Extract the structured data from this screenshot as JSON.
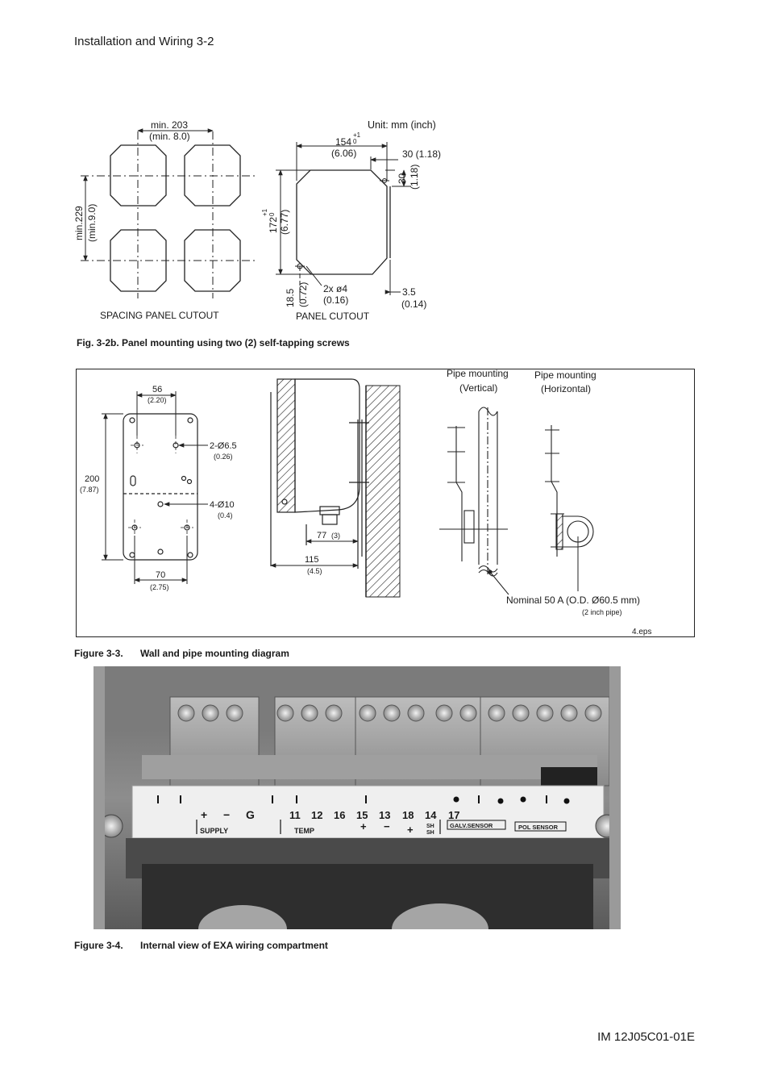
{
  "header": {
    "title": "Installation and Wiring 3-2"
  },
  "fig32b": {
    "unit_label": "Unit: mm (inch)",
    "spacing": {
      "width_main": "min. 203",
      "width_sub": "(min. 8.0)",
      "height_main": "min.229",
      "height_sub": "(min.9.0)",
      "label": "SPACING PANEL CUTOUT"
    },
    "cutout": {
      "width_main": "154",
      "width_tol_up": "+1",
      "width_tol_down": "0",
      "width_sub": "(6.06)",
      "corner_h": "30 (1.18)",
      "corner_v_main": "30",
      "corner_v_sub": "(1.18)",
      "height_main": "172",
      "height_tol_up": "+1",
      "height_tol_down": "0",
      "height_sub": "(6.77)",
      "hole_offset_main": "18.5",
      "hole_offset_sub": "(0.72)",
      "holes_main": "2x ø4",
      "holes_sub": "(0.16)",
      "thickness_main": "3.5",
      "thickness_sub": "(0.14)",
      "label": "PANEL CUTOUT"
    },
    "caption": "Fig. 3-2b. Panel mounting using two (2) self-tapping screws"
  },
  "fig33": {
    "plate": {
      "top_width_main": "56",
      "top_width_sub": "(2.20)",
      "holes_a_main": "2-Ø6.5",
      "holes_a_sub": "(0.26)",
      "height_main": "200",
      "height_sub": "(7.87)",
      "holes_b_main": "4-Ø10",
      "holes_b_sub": "(0.4)",
      "bottom_width_main": "70",
      "bottom_width_sub": "(2.75)"
    },
    "side": {
      "depth_a_main": "77",
      "depth_a_sub": "(3)",
      "depth_b_main": "115",
      "depth_b_sub": "(4.5)"
    },
    "pipe_vertical": [
      "Pipe mounting",
      "(Vertical)"
    ],
    "pipe_horizontal": [
      "Pipe mounting",
      "(Horizontal)"
    ],
    "nominal_main": "Nominal 50 A (O.D. Ø60.5 mm)",
    "nominal_sub": "(2 inch pipe)",
    "file": "4.eps",
    "caption_num": "Figure 3-3.",
    "caption_text": "Wall and pipe mounting diagram"
  },
  "fig34": {
    "terminals": {
      "supply": [
        "+",
        "−",
        "G"
      ],
      "supply_label": "SUPPLY",
      "temp": [
        "11",
        "12",
        "16"
      ],
      "temp_label": "TEMP",
      "galv": [
        "15",
        "13",
        "18",
        "14"
      ],
      "galv_signs": [
        "+",
        "−",
        "+"
      ],
      "sh_label": "SH",
      "t17": "17",
      "galv_label": "GALV.SENSOR",
      "pol_label": "POL SENSOR"
    },
    "caption_num": "Figure 3-4.",
    "caption_text": "Internal view of EXA wiring compartment"
  },
  "footer": {
    "doc_id": "IM 12J05C01-01E"
  }
}
